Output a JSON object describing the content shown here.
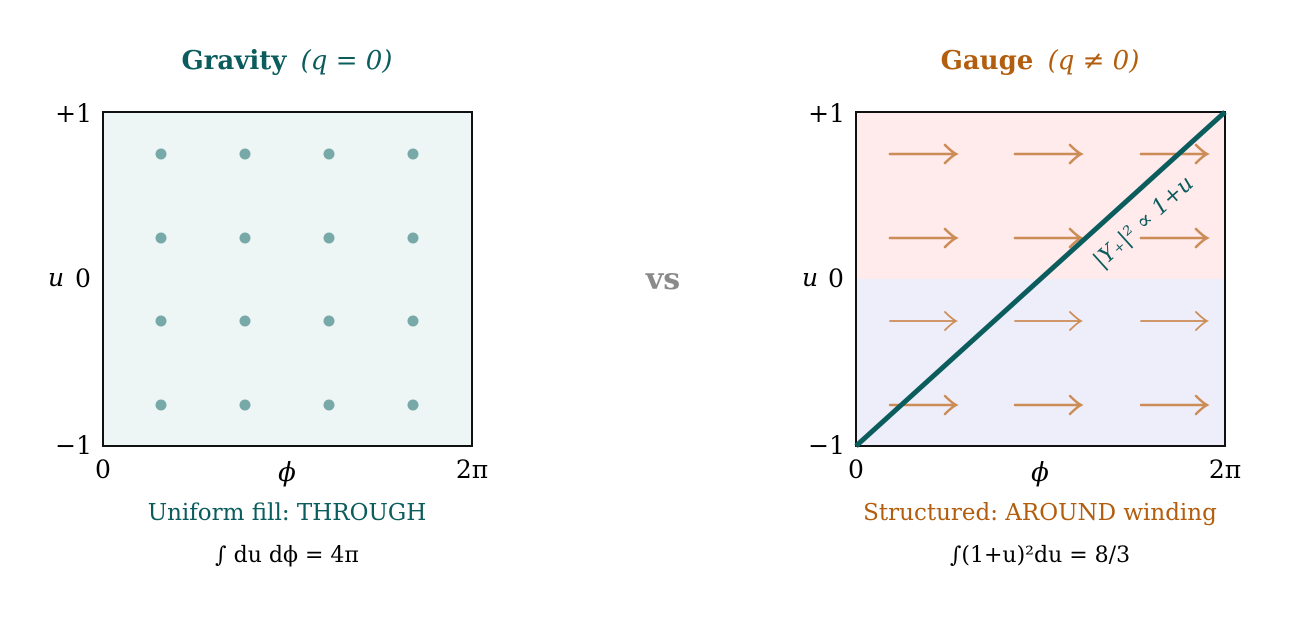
{
  "left_panel": {
    "title_word": "Gravity",
    "title_math": "(q = 0)",
    "y_top": "+1",
    "y_bottom": "−1",
    "y_var": "u",
    "y_mid": "0",
    "x_left": "0",
    "x_var": "ϕ",
    "x_right": "2π",
    "caption": "Uniform fill: THROUGH",
    "formula": "∫ du dϕ = 4π",
    "dot_grid": {
      "cols": 4,
      "rows": 4
    }
  },
  "separator": "vs",
  "right_panel": {
    "title_word": "Gauge",
    "title_math": "(q ≠ 0)",
    "y_top": "+1",
    "y_bottom": "−1",
    "y_var": "u",
    "y_mid": "0",
    "x_left": "0",
    "x_var": "ϕ",
    "x_right": "2π",
    "diag_label": "|Y₊|² ∝ 1+u",
    "caption": "Structured: AROUND winding",
    "formula": "∫(1+u)²du = 8/3",
    "arrow_grid": {
      "cols": 3,
      "rows": 4
    }
  },
  "colors": {
    "teal": "#0b5c5c",
    "teal_dot": "#78a9a9",
    "teal_fill": "#eef6f5",
    "orange": "#b25e0e",
    "arrow": "#cc8c55",
    "upper_fill": "#ffeaec",
    "lower_fill": "#eeeefb",
    "gray": "#8a8a8a"
  }
}
